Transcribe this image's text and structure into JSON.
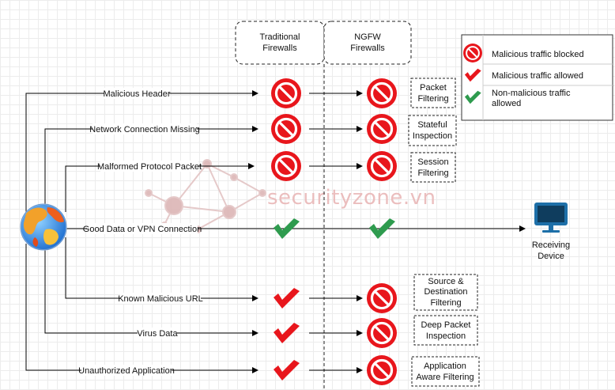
{
  "columns": {
    "traditional": [
      "Traditional",
      "Firewalls"
    ],
    "ngfw": [
      "NGFW",
      "Firewalls"
    ]
  },
  "legend": [
    {
      "icon": "blocked",
      "label": [
        "Malicious traffic blocked"
      ]
    },
    {
      "icon": "malicious-allowed",
      "label": [
        "Malicious traffic allowed"
      ]
    },
    {
      "icon": "allowed",
      "label": [
        "Non-malicious traffic",
        "allowed"
      ]
    }
  ],
  "rows": [
    {
      "label": "Malicious Header",
      "traditional": "blocked",
      "ngfw": "blocked",
      "feature": [
        "Packet",
        "Filtering"
      ]
    },
    {
      "label": "Network Connection Missing",
      "traditional": "blocked",
      "ngfw": "blocked",
      "feature": [
        "Stateful",
        "Inspection"
      ]
    },
    {
      "label": "Malformed Protocol Packet",
      "traditional": "blocked",
      "ngfw": "blocked",
      "feature": [
        "Session",
        "Filtering"
      ]
    },
    {
      "label": "Good Data or VPN Connection",
      "traditional": "allowed",
      "ngfw": "allowed",
      "feature": []
    },
    {
      "label": "Known Malicious URL",
      "traditional": "malicious-allowed",
      "ngfw": "blocked",
      "feature": [
        "Source &",
        "Destination",
        "Filtering"
      ]
    },
    {
      "label": "Virus Data",
      "traditional": "malicious-allowed",
      "ngfw": "blocked",
      "feature": [
        "Deep Packet",
        "Inspection"
      ]
    },
    {
      "label": "Unauthorized Application",
      "traditional": "malicious-allowed",
      "ngfw": "blocked",
      "feature": [
        "Application",
        "Aware Filtering"
      ]
    }
  ],
  "destination": [
    "Receiving",
    "Device"
  ],
  "watermark": "securityzone.vn",
  "icons": {
    "source": "globe-icon",
    "destination": "monitor-icon"
  },
  "colors": {
    "blocked": "#e8161c",
    "allowed": "#2e9b4e",
    "malicious_allowed": "#e8161c"
  }
}
